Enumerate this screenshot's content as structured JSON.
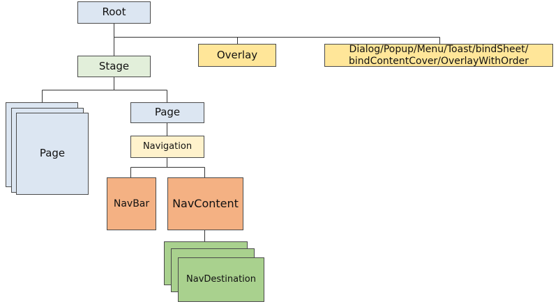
{
  "nodes": {
    "root": "Root",
    "stage": "Stage",
    "overlay": "Overlay",
    "dialog_line1": "Dialog/Popup/Menu/Toast/bindSheet/",
    "dialog_line2": "bindContentCover/OverlayWithOrder",
    "page_stack": "Page",
    "page": "Page",
    "navigation": "Navigation",
    "navbar": "NavBar",
    "navcontent": "NavContent",
    "navdestination": "NavDestination"
  },
  "colors": {
    "blue": "#dce6f2",
    "light_green": "#e2efda",
    "yellow": "#ffe699",
    "cream": "#fff2cc",
    "orange": "#f4b183",
    "green": "#a9d18e",
    "connector": "#333333"
  }
}
